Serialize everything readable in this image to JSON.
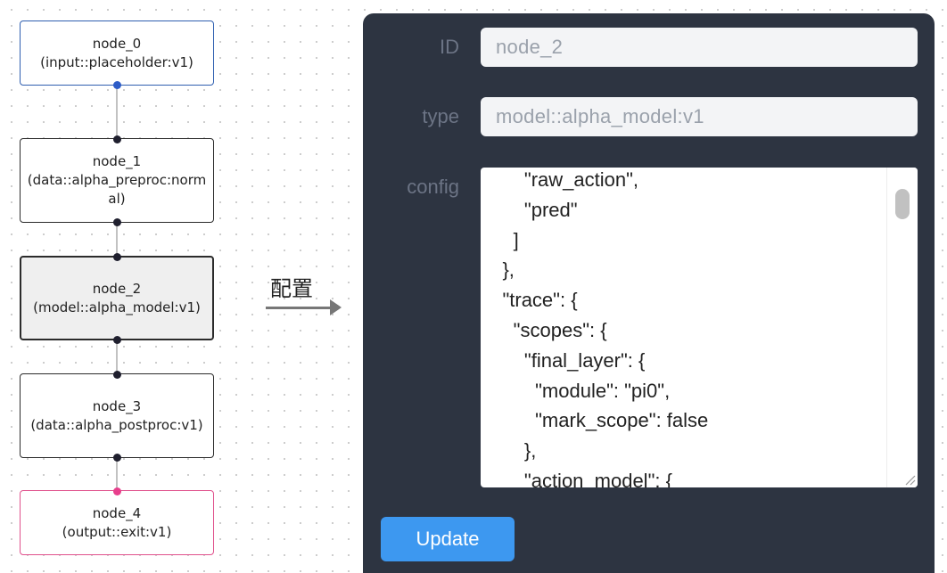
{
  "nodes": [
    {
      "label": "node_0\n(input::placeholder:v1)"
    },
    {
      "label": "node_1\n(data::alpha_preproc:normal)"
    },
    {
      "label": "node_2\n(model::alpha_model:v1)"
    },
    {
      "label": "node_3\n(data::alpha_postproc:v1)"
    },
    {
      "label": "node_4\n(output::exit:v1)"
    }
  ],
  "arrow": {
    "label": "配置"
  },
  "panel": {
    "id_label": "ID",
    "id_value": "node_2",
    "type_label": "type",
    "type_value": "model::alpha_model:v1",
    "config_label": "config",
    "config_text": "        \"raw_action\",\n        \"pred\"\n      ]\n    },\n    \"trace\": {\n      \"scopes\": {\n        \"final_layer\": {\n          \"module\": \"pi0\",\n          \"mark_scope\": false\n        },\n        \"action_model\": {",
    "update_label": "Update"
  },
  "colors": {
    "panel_bg": "#2d3441",
    "button": "#3d98f0",
    "input_port": "#2d5cc7",
    "output_port": "#e83e8c",
    "selected_node_bg": "#efefef"
  }
}
